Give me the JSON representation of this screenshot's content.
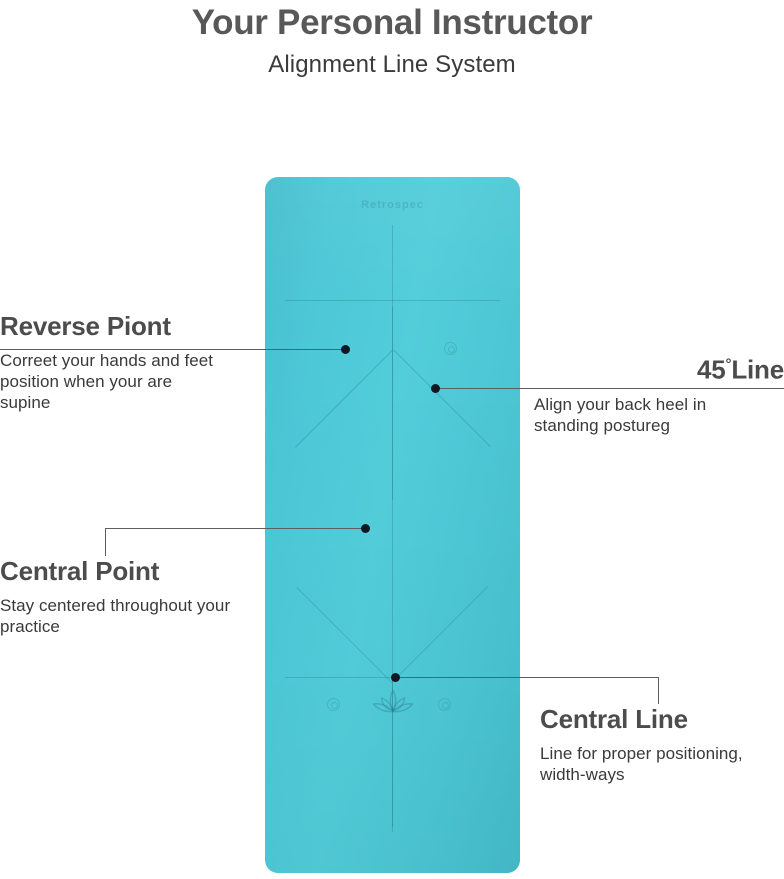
{
  "header": {
    "title": "Your Personal Instructor",
    "subtitle": "Alignment Line System"
  },
  "product": {
    "name": "yoga-mat",
    "logo_text": "Retrospec",
    "mat_color": "#4cc7d6",
    "emblem": "lotus-flower"
  },
  "callouts": [
    {
      "id": "reverse-point",
      "title": "Reverse Piont",
      "body": "Correet your hands and feet position when your are supine",
      "side": "left"
    },
    {
      "id": "forty-five-line",
      "title": "45",
      "degree": "°",
      "title_suffix": "Line",
      "body": "Align your back heel in standing postureg",
      "side": "right"
    },
    {
      "id": "central-point",
      "title": "Central Point",
      "body": "Stay centered throughout your practice",
      "side": "left"
    },
    {
      "id": "central-line",
      "title": "Central Line",
      "body": "Line for proper positioning, width-ways",
      "side": "right"
    }
  ],
  "colors": {
    "heading": "#4c4c4c",
    "body_text": "#3a3a3a",
    "leader_line": "#5e5e5e",
    "dot": "#101824",
    "mat_teal": "#4cc7d6",
    "engraving": "rgba(38,112,126,0.30)"
  }
}
